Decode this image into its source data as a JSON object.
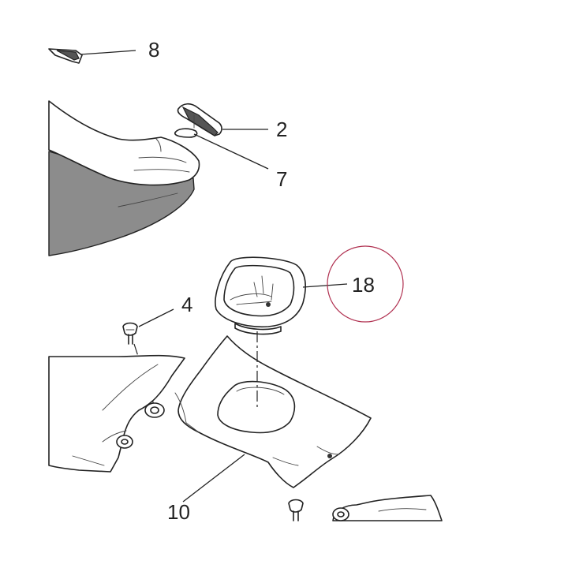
{
  "diagram": {
    "callouts": [
      {
        "id": "8",
        "label": "8"
      },
      {
        "id": "2",
        "label": "2"
      },
      {
        "id": "7",
        "label": "7"
      },
      {
        "id": "18",
        "label": "18"
      },
      {
        "id": "4",
        "label": "4"
      },
      {
        "id": "10",
        "label": "10"
      }
    ],
    "highlighted_callout": "18",
    "highlight_color": "#b03050"
  }
}
